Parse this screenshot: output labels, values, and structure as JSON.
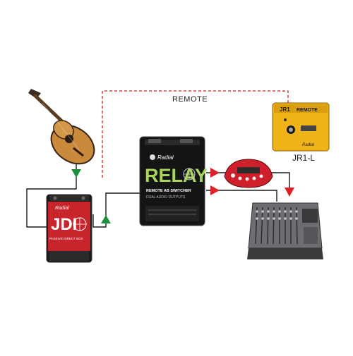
{
  "diagram": {
    "remote_label": "REMOTE",
    "jr1_caption": "JR1-L",
    "devices": {
      "relay": {
        "brand": "Radial",
        "name": "RELAY",
        "line1": "REMOTE AB SWITCHER",
        "line2": "DUAL AUDIO OUTPUTS"
      },
      "jdi": {
        "brand": "Radial",
        "name": "JDI",
        "line1": "PASSIVE DIRECT BOX"
      },
      "jr1": {
        "name": "JR1",
        "line1": "REMOTE",
        "brand": "Radial"
      }
    },
    "colors": {
      "cable": "#1a1a1a",
      "remote_cable": "#cc2222",
      "arrow_red": "#dd1f26",
      "arrow_green": "#1e8f3a",
      "jr1_body": "#f0b419"
    },
    "icons": [
      "acoustic-guitar-icon",
      "jdi-direct-box-icon",
      "relay-switcher-icon",
      "guitar-amp-modeler-icon",
      "mixing-console-icon",
      "jr1-footswitch-icon"
    ]
  }
}
